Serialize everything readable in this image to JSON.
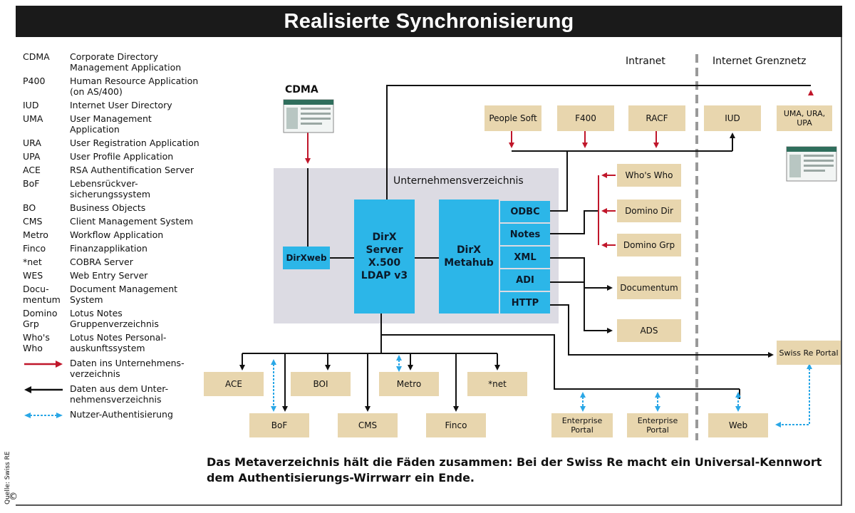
{
  "title": "Realisierte Synchronisierung",
  "legend": {
    "entries": [
      {
        "abbr": "CDMA",
        "desc": "Corporate Directory Management Application"
      },
      {
        "abbr": "P400",
        "desc": "Human Resource Application (on AS/400)"
      },
      {
        "abbr": "IUD",
        "desc": "Internet User Directory"
      },
      {
        "abbr": "UMA",
        "desc": "User Management Application"
      },
      {
        "abbr": "URA",
        "desc": "User Registration Application"
      },
      {
        "abbr": "UPA",
        "desc": "User Profile Application"
      },
      {
        "abbr": "ACE",
        "desc": "RSA Authentification Server"
      },
      {
        "abbr": "BoF",
        "desc": "Lebensrückver-sicherungssystem"
      },
      {
        "abbr": "BO",
        "desc": "Business Objects"
      },
      {
        "abbr": "CMS",
        "desc": "Client Management System"
      },
      {
        "abbr": "Metro",
        "desc": "Workflow Application"
      },
      {
        "abbr": "Finco",
        "desc": "Finanzapplikation"
      },
      {
        "abbr": "*net",
        "desc": "COBRA Server"
      },
      {
        "abbr": "WES",
        "desc": "Web Entry Server"
      },
      {
        "abbr": "Docu-mentum",
        "desc": "Document Management System"
      },
      {
        "abbr": "Domino Grp",
        "desc": "Lotus Notes Gruppenverzeichnis"
      },
      {
        "abbr": "Who's Who",
        "desc": "Lotus Notes Personal-auskunftssystem"
      }
    ],
    "arrows": [
      {
        "color": "#c0162a",
        "kind": "red",
        "desc": "Daten ins Unternehmens-verzeichnis"
      },
      {
        "color": "#111111",
        "kind": "black",
        "desc": "Daten aus dem Unter-nehmensverzeichnis"
      },
      {
        "color": "#2aa7e6",
        "kind": "blue",
        "desc": "Nutzer-Authentisierung"
      }
    ]
  },
  "zones": {
    "intranet": "Intranet",
    "internet": "Internet Grenznetz"
  },
  "cdma_label": "CDMA",
  "container_label": "Unternehmensverzeichnis",
  "dirxweb": "DirXweb",
  "dirx_server": [
    "DirX",
    "Server",
    "X.500",
    "LDAP v3"
  ],
  "dirx_metahub": [
    "DirX",
    "Metahub"
  ],
  "interfaces": [
    "ODBC",
    "Notes",
    "XML",
    "ADI",
    "HTTP"
  ],
  "top_boxes": [
    "People Soft",
    "F400",
    "RACF",
    "IUD",
    "UMA, URA, UPA"
  ],
  "right_boxes": [
    "Who's Who",
    "Domino Dir",
    "Domino Grp",
    "Documentum",
    "ADS"
  ],
  "swiss_re_portal": "Swiss Re Portal",
  "bottom_row1": [
    "ACE",
    "BOI",
    "Metro",
    "*net"
  ],
  "bottom_row2": [
    "BoF",
    "CMS",
    "Finco"
  ],
  "portals": [
    "Enterprise Portal",
    "Enterprise Portal",
    "Web"
  ],
  "caption": "Das Metaverzeichnis hält die Fäden zusammen: Bei der Swiss Re macht ein Universal-Kennwort dem Authentisierungs-Wirrwarr ein Ende.",
  "source": "Quelle: Swiss RE",
  "copyright": "©",
  "colors": {
    "red": "#c0162a",
    "black": "#111111",
    "blue": "#2aa7e6",
    "box": "#e8d6ae",
    "dirx": "#2cb6e8",
    "container": "#dcdbe3"
  }
}
